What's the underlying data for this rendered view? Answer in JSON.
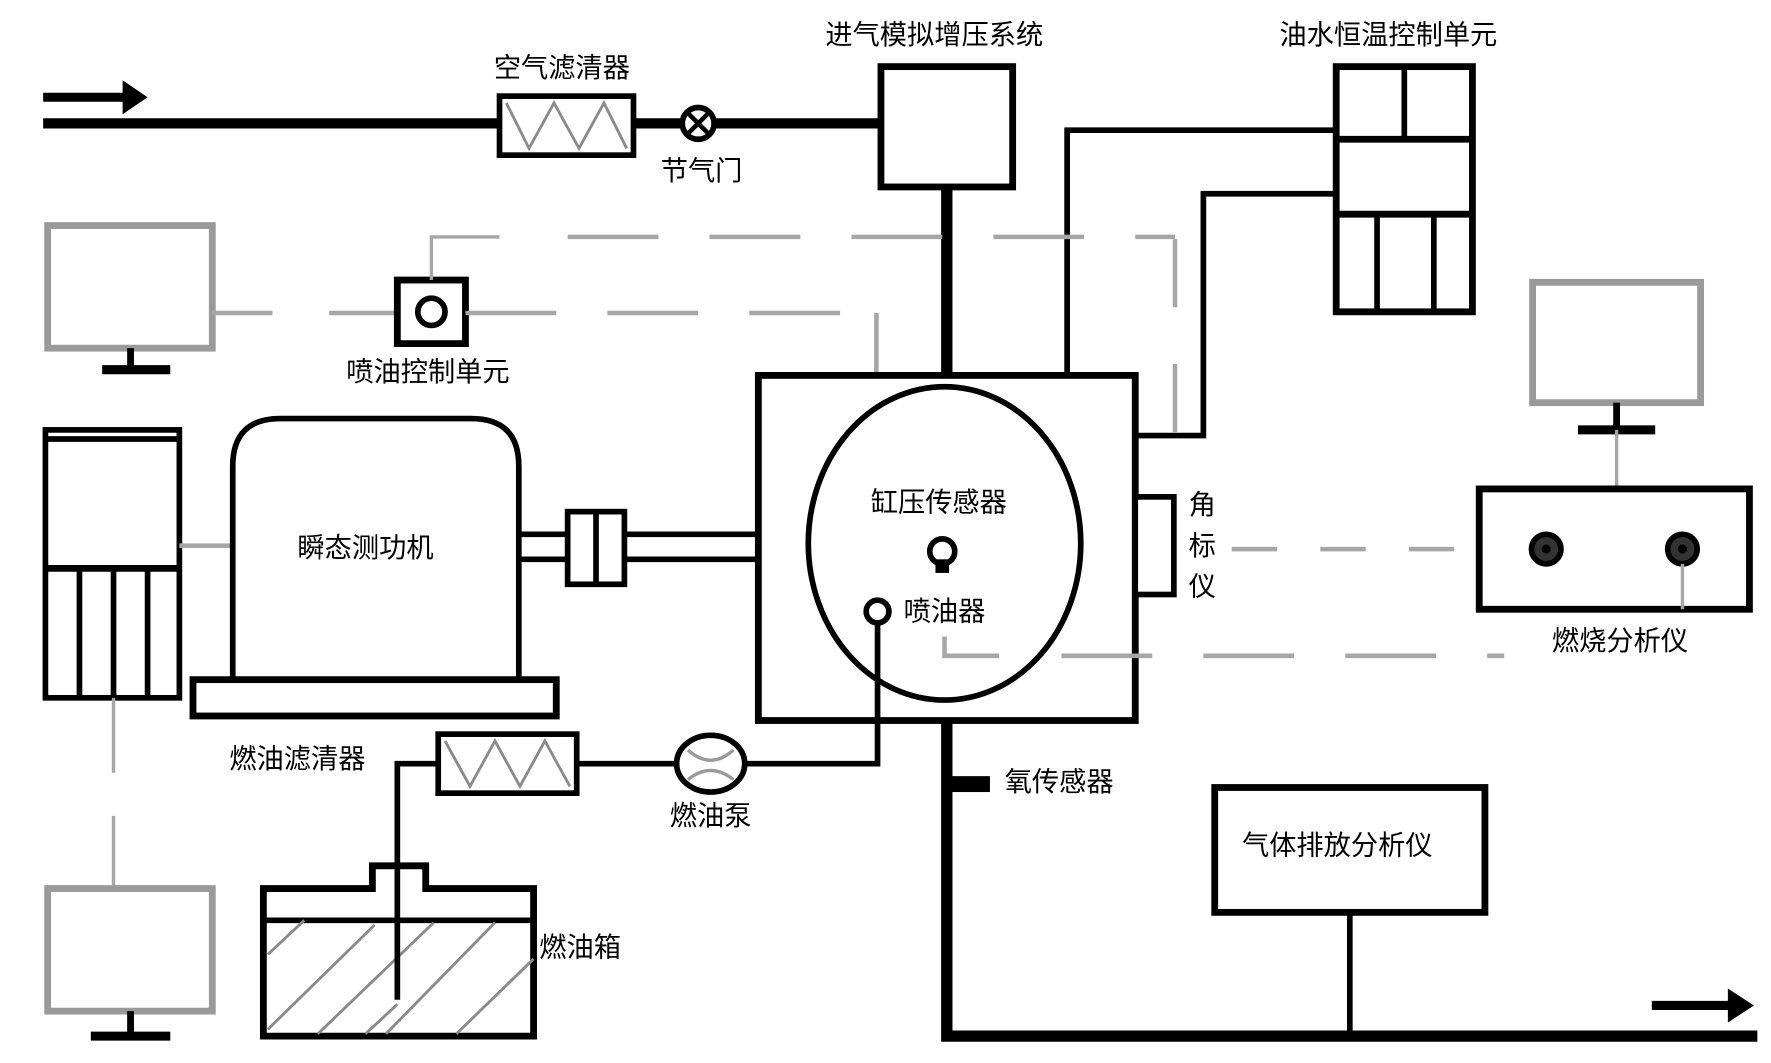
{
  "diagram": {
    "type": "engine test bench schematic",
    "labels": {
      "air_filter": "空气滤清器",
      "throttle": "节气门",
      "intake_boost_system": "进气模拟增压系统",
      "oil_water_temp_unit": "油水恒温控制单元",
      "injection_control_unit": "喷油控制单元",
      "transient_dynamometer": "瞬态测功机",
      "cylinder_pressure_sensor": "缸压传感器",
      "injector": "喷油器",
      "angle_marker_1": "角",
      "angle_marker_2": "标",
      "angle_marker_3": "仪",
      "combustion_analyzer": "燃烧分析仪",
      "fuel_filter": "燃油滤清器",
      "fuel_pump": "燃油泵",
      "oxygen_sensor": "氧传感器",
      "emission_analyzer": "气体排放分析仪",
      "fuel_tank": "燃油箱"
    },
    "flows": [
      {
        "from": "air-inlet",
        "to": "air-filter",
        "style": "pipe"
      },
      {
        "from": "air-filter",
        "to": "throttle",
        "style": "pipe"
      },
      {
        "from": "throttle",
        "to": "intake-boost-system",
        "style": "pipe"
      },
      {
        "from": "intake-boost-system",
        "to": "engine",
        "style": "pipe"
      },
      {
        "from": "oil-water-temp-unit",
        "to": "engine",
        "style": "line"
      },
      {
        "from": "fuel-tank",
        "to": "fuel-filter",
        "style": "line"
      },
      {
        "from": "fuel-filter",
        "to": "fuel-pump",
        "style": "line"
      },
      {
        "from": "fuel-pump",
        "to": "injector",
        "style": "line"
      },
      {
        "from": "engine",
        "to": "exhaust-outlet",
        "style": "pipe"
      },
      {
        "from": "exhaust-pipe",
        "to": "emission-analyzer",
        "style": "line"
      },
      {
        "from": "dynamometer",
        "to": "engine",
        "style": "shaft"
      },
      {
        "from": "injection-control-unit",
        "to": "injector",
        "style": "signal-dashed"
      },
      {
        "from": "cylinder-pressure-sensor",
        "to": "combustion-analyzer",
        "style": "signal-dashed"
      },
      {
        "from": "angle-marker",
        "to": "combustion-analyzer",
        "style": "signal-dashed"
      }
    ]
  }
}
